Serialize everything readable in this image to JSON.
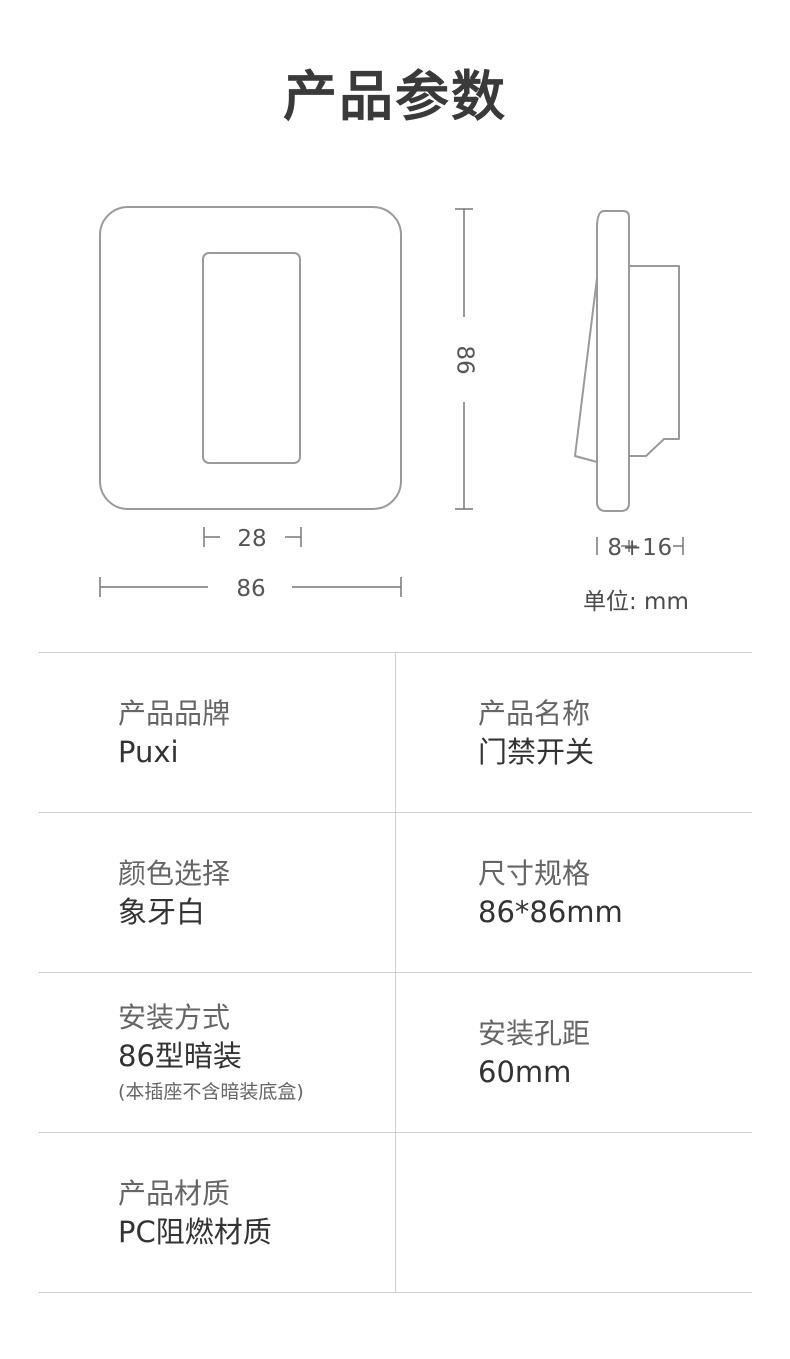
{
  "page": {
    "title": "产品参数"
  },
  "diagram": {
    "dim_inner_width": "28",
    "dim_total_width": "86",
    "dim_height": "86",
    "dim_depth": "8+16",
    "unit_label": "单位: mm"
  },
  "specs": [
    {
      "left": {
        "label": "产品品牌",
        "value": "Puxi"
      },
      "right": {
        "label": "产品名称",
        "value": "门禁开关"
      }
    },
    {
      "left": {
        "label": "颜色选择",
        "value": "象牙白"
      },
      "right": {
        "label": "尺寸规格",
        "value": "86*86mm"
      }
    },
    {
      "left": {
        "label": "安装方式",
        "value": "86型暗装",
        "note": "(本插座不含暗装底盒)"
      },
      "right": {
        "label": "安装孔距",
        "value": "60mm"
      }
    },
    {
      "left": {
        "label": "产品材质",
        "value": "PC阻燃材质"
      },
      "right": {
        "label": "",
        "value": ""
      }
    }
  ]
}
